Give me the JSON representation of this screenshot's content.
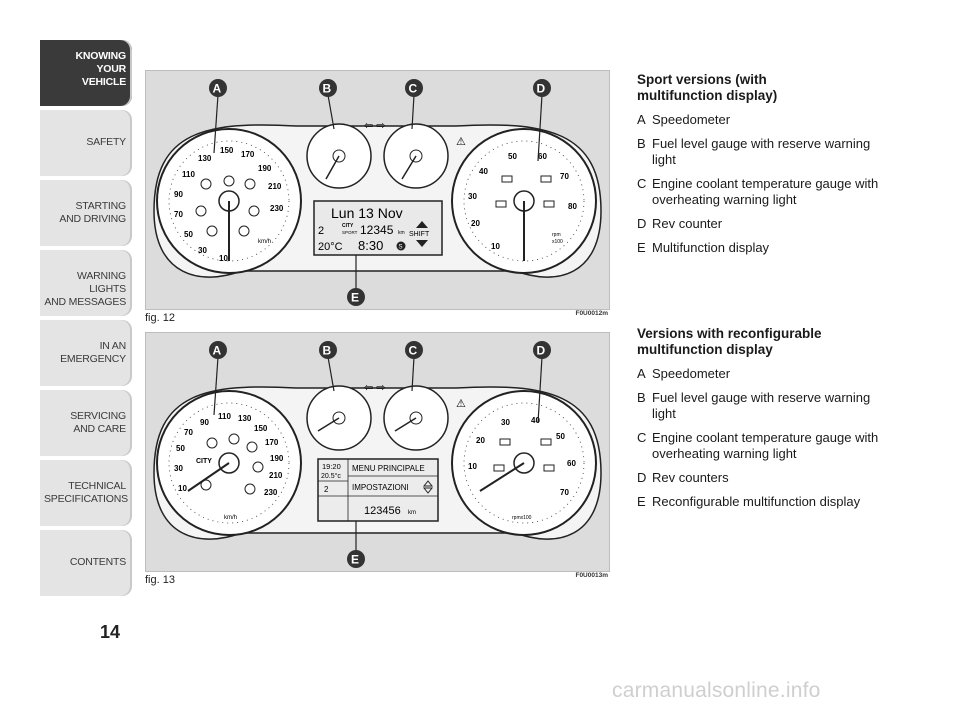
{
  "sidebar": {
    "tabs": [
      {
        "lines": [
          "KNOWING",
          "YOUR",
          "VEHICLE"
        ],
        "active": true
      },
      {
        "lines": [
          "SAFETY"
        ],
        "active": false
      },
      {
        "lines": [
          "STARTING",
          "AND DRIVING"
        ],
        "active": false
      },
      {
        "lines": [
          "WARNING LIGHTS",
          "AND MESSAGES"
        ],
        "active": false
      },
      {
        "lines": [
          "IN AN",
          "EMERGENCY"
        ],
        "active": false
      },
      {
        "lines": [
          "SERVICING",
          "AND CARE"
        ],
        "active": false
      },
      {
        "lines": [
          "TECHNICAL",
          "SPECIFICATIONS"
        ],
        "active": false
      },
      {
        "lines": [
          "CONTENTS"
        ],
        "active": false
      }
    ]
  },
  "page_number": "14",
  "figures": {
    "fig12": {
      "caption": "fig. 12",
      "code": "F0U0012m",
      "callouts": [
        "A",
        "B",
        "C",
        "D",
        "E"
      ],
      "display": {
        "date": "Lun 13 Nov",
        "odometer": "12345",
        "odo_unit": "km",
        "gear": "2",
        "temp": "20°C",
        "time": "8:30",
        "mode_top": "CITY",
        "mode_bottom": "SPORT",
        "shift": "SHIFT",
        "s_badge": "S"
      },
      "speedo_ticks": [
        "10",
        "30",
        "50",
        "70",
        "90",
        "110",
        "130",
        "150",
        "170",
        "190",
        "210",
        "230"
      ],
      "speedo_unit": "km/h",
      "rev_ticks": [
        "10",
        "20",
        "30",
        "40",
        "50",
        "60",
        "70",
        "80"
      ],
      "rev_unit_top": "rpm",
      "rev_unit_bottom": "x100"
    },
    "fig13": {
      "caption": "fig. 13",
      "code": "F0U0013m",
      "callouts": [
        "A",
        "B",
        "C",
        "D",
        "E"
      ],
      "display": {
        "time": "19:20",
        "temp": "20.5°c",
        "gear": "2",
        "menu": "MENU PRINCIPALE",
        "settings": "IMPOSTAZIONI",
        "odometer": "123456",
        "odo_unit": "km"
      },
      "speedo_ticks": [
        "10",
        "30",
        "50",
        "70",
        "90",
        "110",
        "130",
        "150",
        "170",
        "190",
        "210",
        "230"
      ],
      "speedo_unit": "km/h",
      "city": "CITY",
      "rev_ticks": [
        "10",
        "20",
        "30",
        "40",
        "50",
        "60",
        "70"
      ],
      "rev_unit": "rpmx100"
    }
  },
  "sections": [
    {
      "heading_line1": "Sport versions (with",
      "heading_line2": "multifunction display)",
      "items": [
        {
          "key": "A",
          "text": "Speedometer"
        },
        {
          "key": "B",
          "text": "Fuel level gauge with reserve warning light"
        },
        {
          "key": "C",
          "text": "Engine coolant temperature gauge with overheating warning light"
        },
        {
          "key": "D",
          "text": "Rev counter"
        },
        {
          "key": "E",
          "text": "Multifunction display"
        }
      ]
    },
    {
      "heading_line1": "Versions with reconfigurable",
      "heading_line2": "multifunction display",
      "items": [
        {
          "key": "A",
          "text": "Speedometer"
        },
        {
          "key": "B",
          "text": "Fuel level gauge with reserve warning light"
        },
        {
          "key": "C",
          "text": "Engine coolant temperature gauge with overheating warning light"
        },
        {
          "key": "D",
          "text": "Rev counters"
        },
        {
          "key": "E",
          "text": "Reconfigurable multifunction display"
        }
      ]
    }
  ],
  "watermark": "carmanualsonline.info"
}
